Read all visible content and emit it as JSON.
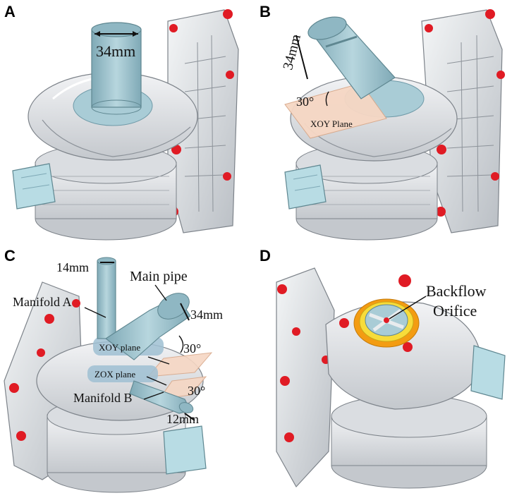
{
  "figure": {
    "panels": [
      {
        "id": "A",
        "letter": "A",
        "labels": {
          "pipe_diameter": "34mm"
        }
      },
      {
        "id": "B",
        "letter": "B",
        "labels": {
          "pipe_diameter": "34mm",
          "angle": "30°",
          "plane": "XOY Plane"
        }
      },
      {
        "id": "C",
        "letter": "C",
        "labels": {
          "top_diameter": "14mm",
          "main_pipe": "Main pipe",
          "manifold_a": "Manifold A",
          "main_diameter": "34mm",
          "xoy_plane": "XOY plane",
          "angle_upper": "30°",
          "zox_plane": "ZOX plane",
          "manifold_b": "Manifold B",
          "angle_lower": "30°",
          "bottom_diameter": "12mm"
        }
      },
      {
        "id": "D",
        "letter": "D",
        "labels": {
          "backflow_line1": "Backflow",
          "backflow_line2": "Orifice"
        }
      }
    ],
    "colors": {
      "housing": "#e4e7ea",
      "housing_shade": "#b9bec4",
      "pipe": "#a9ccd6",
      "pipe_dark": "#6f9aa8",
      "connector": "#b8dce4",
      "bolt_red": "#e01b24",
      "plane_fill": "#f6d7c4",
      "plane_blue": "#9fbfd2",
      "ring_orange": "#f39c12",
      "ring_yellow": "#f7dc3a"
    }
  }
}
